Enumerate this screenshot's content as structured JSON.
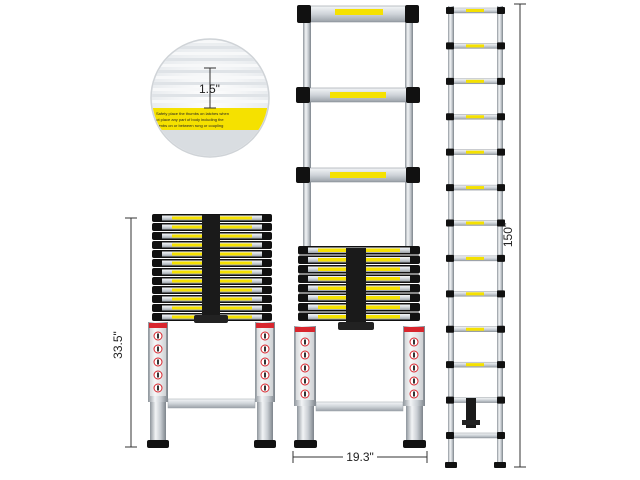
{
  "product": {
    "colors": {
      "aluminum_light": "#f2f4f6",
      "aluminum_mid": "#c9ced3",
      "aluminum_dark": "#8e959c",
      "rung_black": "#111111",
      "label_yellow": "#f5e100",
      "label_red": "#d8262e",
      "dimension_line": "#333333"
    }
  },
  "detail_callout": {
    "dimension": "1.5\"",
    "warning_lines": [
      "Safety place the thumbs on latches when",
      "not place any part of body including the",
      "thumbs on or between rung or coupling"
    ]
  },
  "dimensions": {
    "collapsed_height": "33.5\"",
    "width": "19.3\"",
    "extended_height": "150\""
  },
  "ladder_rungs": {
    "collapsed_count": 12,
    "extended_count": 13
  }
}
